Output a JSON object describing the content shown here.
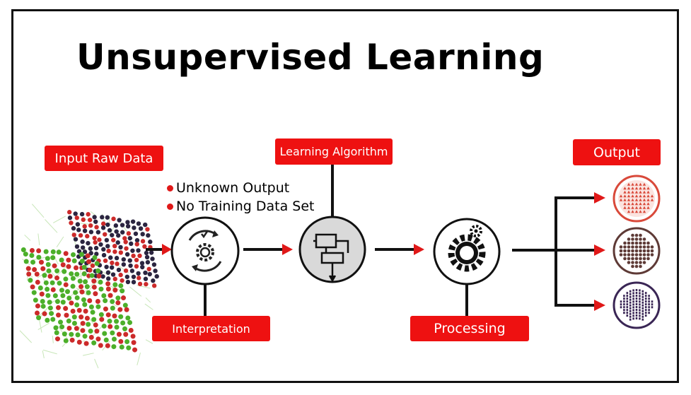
{
  "title": "Unsupervised Learning",
  "labels": {
    "input": "Input Raw Data",
    "learning_algorithm": "Learning Algorithm",
    "output": "Output",
    "interpretation": "Interpretation",
    "processing": "Processing"
  },
  "notes": [
    "Unknown Output",
    "No Training Data Set"
  ],
  "icons": {
    "interpretation": "gear-cycle-icon",
    "learning_algorithm": "flowchart-icon",
    "processing": "gears-icon",
    "output_1": "triangle-cluster-icon",
    "output_2": "dot-cluster-icon",
    "output_3": "bar-cluster-icon"
  },
  "colors": {
    "label_bg": "#ee1111",
    "arrow_red": "#e01818",
    "line": "#111111",
    "node_fill": "#d9d9d9",
    "out1": "#d9493a",
    "out2": "#5e3a36",
    "out3": "#3a2655",
    "data_green": "#4caf2a",
    "data_dark": "#2b2540",
    "data_red": "#cc2a2a"
  }
}
